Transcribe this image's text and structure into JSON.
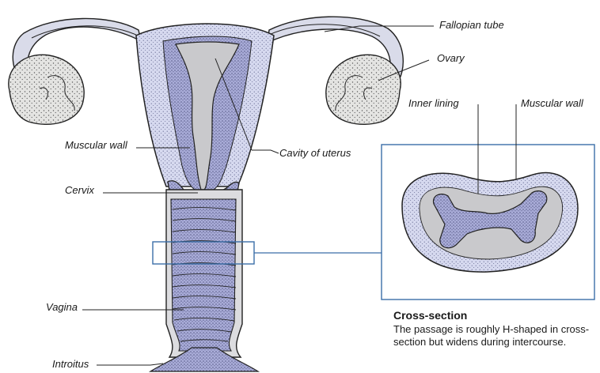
{
  "labels": {
    "fallopian_tube": "Fallopian tube",
    "ovary": "Ovary",
    "muscular_wall_left": "Muscular wall",
    "cavity_of_uterus": "Cavity of uterus",
    "cervix": "Cervix",
    "vagina": "Vagina",
    "introitus": "Introitus",
    "inner_lining": "Inner lining",
    "muscular_wall_right": "Muscular wall"
  },
  "caption": {
    "title": "Cross-section",
    "body": "The passage is roughly H-shaped in cross-section but widens during intercourse."
  },
  "colors": {
    "tissue": "#d6d9ef",
    "tissue_dark": "#a9acd8",
    "cavity": "#c9c9cc",
    "ovary": "#e2e2e0",
    "outline": "#222222",
    "accent_box": "#3b6ea8"
  }
}
